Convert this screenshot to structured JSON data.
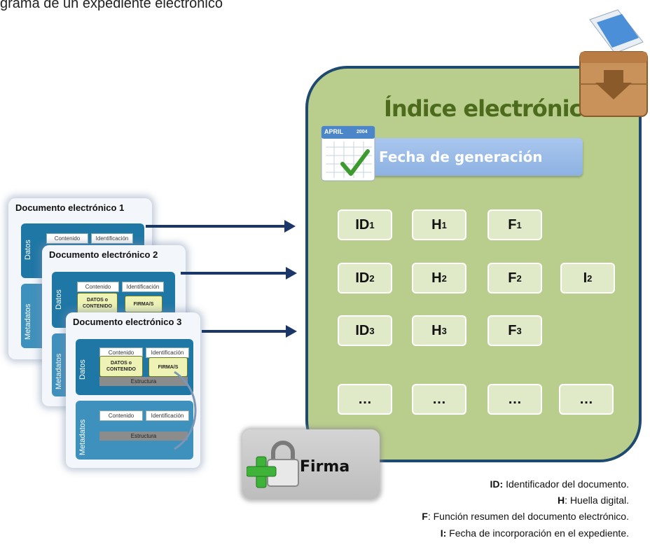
{
  "header_text": "grama de un expediente electrónico",
  "documents": [
    {
      "title": "Documento electrónico 1"
    },
    {
      "title": "Documento electrónico 2"
    },
    {
      "title": "Documento electrónico 3"
    }
  ],
  "doc_parts": {
    "datos": "Datos",
    "metadatos": "Metadatos",
    "contenido": "Contenido",
    "identificacion": "Identificación",
    "estructura": "Estructura",
    "datos_contenido_1": "DATOS o",
    "datos_contenido_2": "CONTENIDO",
    "firmas": "FIRMA/S"
  },
  "index": {
    "title": "Índice electrónico",
    "date_label": "Fecha de generación",
    "calendar_month": "APRIL",
    "calendar_year": "2004",
    "rows": [
      {
        "id": "ID",
        "h": "H",
        "f": "F",
        "i": "",
        "sub": "1"
      },
      {
        "id": "ID",
        "h": "H",
        "f": "F",
        "i": "I",
        "sub": "2"
      },
      {
        "id": "ID",
        "h": "H",
        "f": "F",
        "i": "",
        "sub": "3"
      }
    ],
    "ellipsis": "…"
  },
  "signature": {
    "label": "Firma"
  },
  "legend": [
    {
      "key": "ID:",
      "text": " Identificador del documento."
    },
    {
      "key": "H",
      "text": ": Huella digital."
    },
    {
      "key": "F",
      "text": ": Función resumen del documento electrónico."
    },
    {
      "key": "I:",
      "text": " Fecha de incorporación en el expediente."
    }
  ],
  "colors": {
    "panel_fill": "#b9ce8c",
    "panel_border": "#1f4a6f",
    "arrow": "#1b3668",
    "date_bar": "#8db2e2",
    "title_green": "#4d6b1c"
  },
  "icons": [
    "archive-box-icon",
    "calendar-icon",
    "padlock-plus-icon"
  ]
}
